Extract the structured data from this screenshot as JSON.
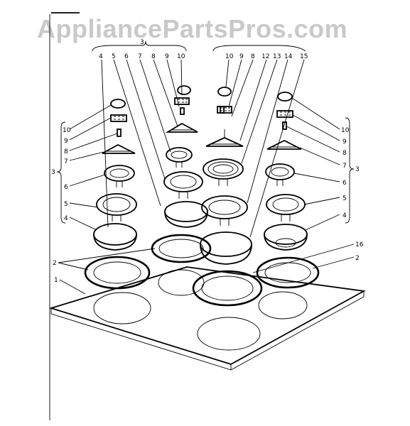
{
  "watermark": "AppliancePartsPros.com",
  "callouts": {
    "c1": "1",
    "c2a": "2",
    "c2b": "2",
    "c3top": "3",
    "c3left": "3",
    "c3right": "3",
    "t4": "4",
    "t5": "5",
    "t6": "6",
    "t7": "7",
    "t8": "8",
    "t9": "9",
    "t10": "10",
    "t10r": "10",
    "t9r": "9",
    "t8r": "8",
    "t12": "12",
    "t13": "13",
    "t14": "14",
    "t15": "15",
    "l10": "10",
    "l9": "9",
    "l8": "8",
    "l7": "7",
    "l6": "6",
    "l5": "5",
    "l4": "4",
    "r10": "10",
    "r9": "9",
    "r8": "8",
    "r7": "7",
    "r6": "6",
    "r5": "5",
    "r4": "4",
    "c16": "16"
  }
}
